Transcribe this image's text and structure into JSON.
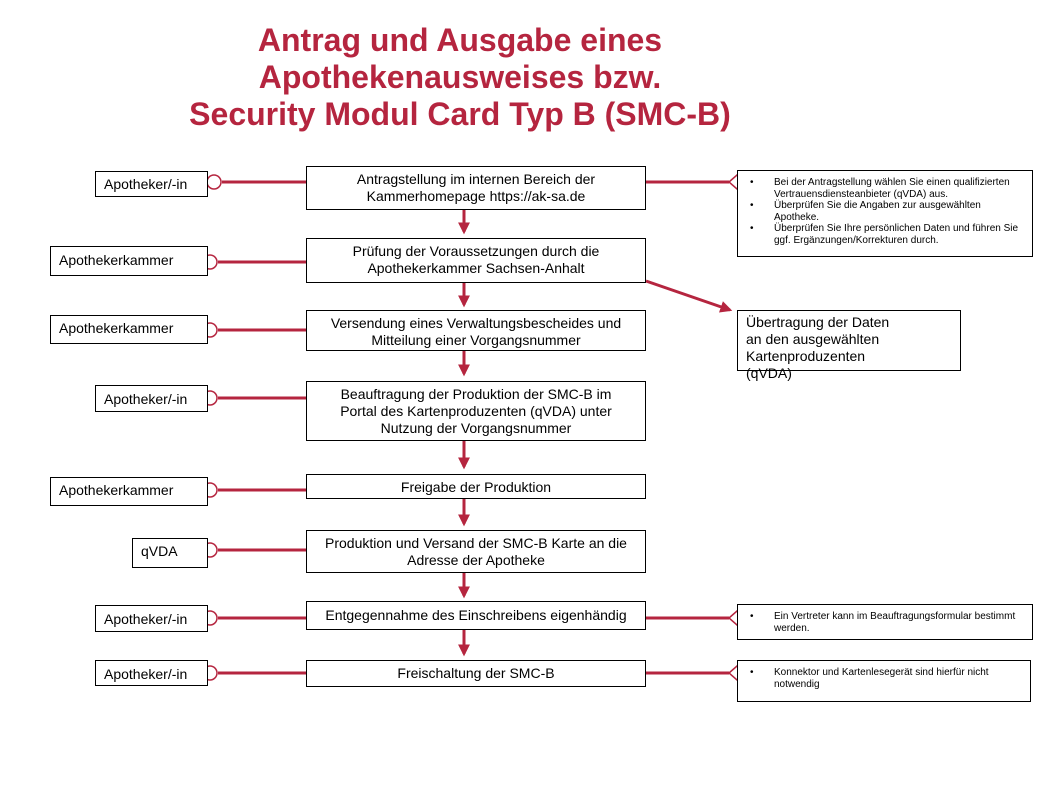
{
  "title": {
    "line1": "Antrag und Ausgabe eines",
    "line2": "Apothekenausweises bzw.",
    "line3": "Security Modul Card Typ B (SMC-B)"
  },
  "colors": {
    "accent": "#b5253f",
    "border": "#000000"
  },
  "steps": [
    {
      "label": "Antragstellung im internen Bereich der Kammerhomepage https://ak-sa.de",
      "actor": "Apotheker/-in"
    },
    {
      "label": "Prüfung der Voraussetzungen durch die Apothekerkammer Sachsen-Anhalt",
      "actor": "Apothekerkammer"
    },
    {
      "label": "Versendung eines Verwaltungsbescheides und Mitteilung einer Vorgangsnummer",
      "actor": "Apothekerkammer"
    },
    {
      "label": "Beauftragung der Produktion der SMC-B im Portal des Kartenproduzenten (qVDA) unter Nutzung der Vorgangsnummer",
      "actor": "Apotheker/-in"
    },
    {
      "label": "Freigabe der Produktion",
      "actor": "Apothekerkammer"
    },
    {
      "label": "Produktion und Versand der SMC-B Karte an die Adresse der Apotheke",
      "actor": "qVDA"
    },
    {
      "label": "Entgegennahme des Einschreibens eigenhändig",
      "actor": "Apotheker/-in"
    },
    {
      "label": "Freischaltung der SMC-B",
      "actor": "Apotheker/-in"
    }
  ],
  "notes": {
    "antrag": [
      "Bei der Antragstellung wählen Sie einen qualifizierten Vertrauensdiensteanbieter (qVDA) aus.",
      "Überprüfen Sie die Angaben zur ausgewählten Apotheke.",
      "Überprüfen Sie Ihre persönlichen Daten und führen Sie ggf. Ergänzungen/Korrekturen durch."
    ],
    "entgegennahme": [
      "Ein Vertreter kann im Beauftragungsformular bestimmt werden."
    ],
    "freischaltung": [
      "Konnektor und Kartenlesegerät sind hierfür nicht notwendig"
    ]
  },
  "side_box": {
    "label": "Übertragung der Daten an den ausgewählten Kartenproduzenten (qVDA)"
  }
}
